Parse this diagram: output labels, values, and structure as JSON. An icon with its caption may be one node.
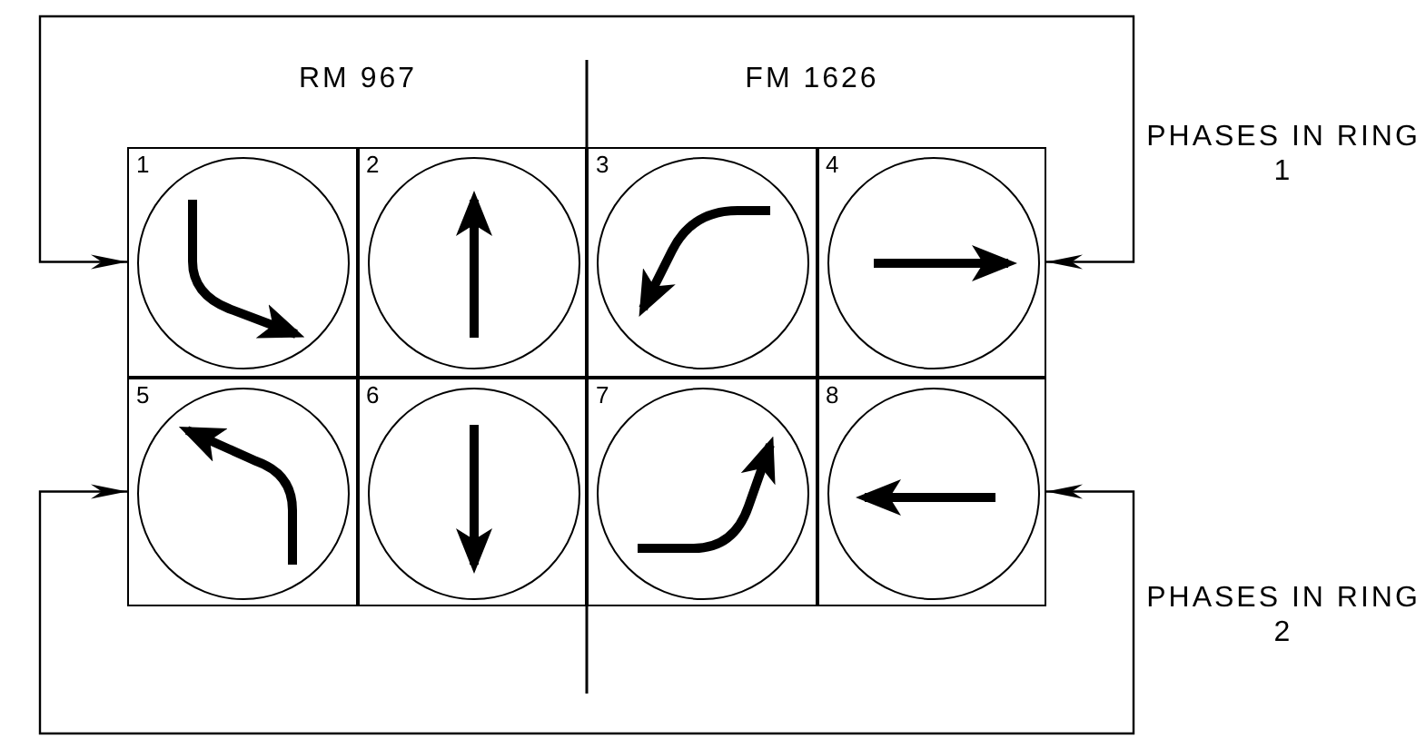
{
  "diagram": {
    "nodes": [
      {
        "text": [
          "1"
        ]
      },
      {
        "text": [
          "2"
        ]
      },
      {
        "text": [
          "3"
        ]
      },
      {
        "text": [
          "4"
        ]
      },
      {
        "text": [
          "5"
        ]
      },
      {
        "text": [
          "6"
        ]
      },
      {
        "text": [
          "7"
        ]
      },
      {
        "text": [
          "8"
        ]
      }
    ],
    "edges": [
      {
        "from": 3,
        "to": 0,
        "arrow": "both"
      },
      {
        "from": 7,
        "to": 4,
        "arrow": "both"
      }
    ],
    "labels": [
      "RM 967",
      "FM 1626",
      "PHASES IN RING 1",
      "PHASES IN RING 2"
    ]
  }
}
